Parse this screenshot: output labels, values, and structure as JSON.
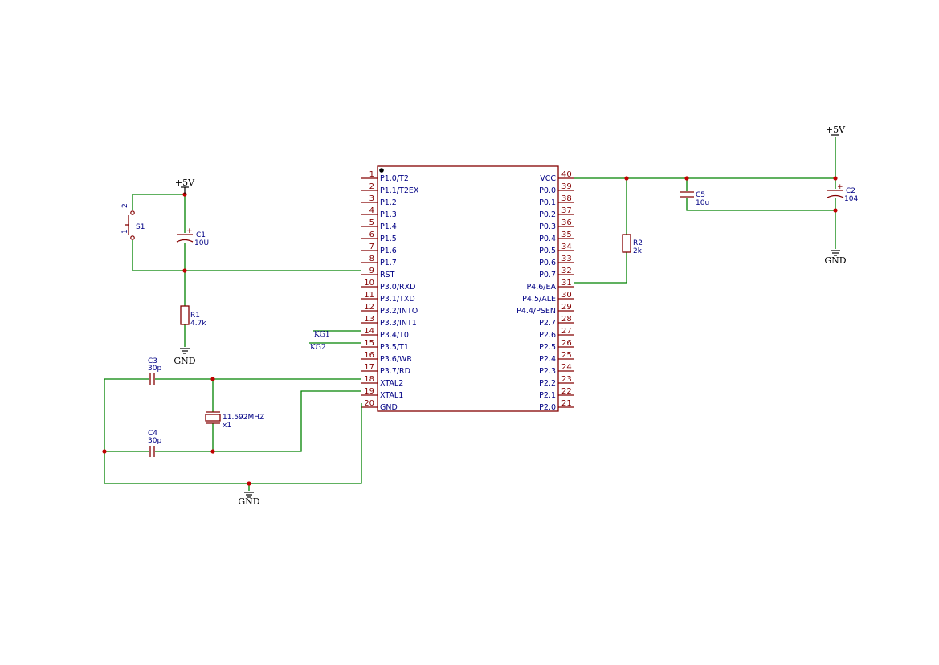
{
  "ic": {
    "left_pins": [
      {
        "num": "1",
        "name": "P1.0/T2"
      },
      {
        "num": "2",
        "name": "P1.1/T2EX"
      },
      {
        "num": "3",
        "name": "P1.2"
      },
      {
        "num": "4",
        "name": "P1.3"
      },
      {
        "num": "5",
        "name": "P1.4"
      },
      {
        "num": "6",
        "name": "P1.5"
      },
      {
        "num": "7",
        "name": "P1.6"
      },
      {
        "num": "8",
        "name": "P1.7"
      },
      {
        "num": "9",
        "name": "RST"
      },
      {
        "num": "10",
        "name": "P3.0/RXD"
      },
      {
        "num": "11",
        "name": "P3.1/TXD"
      },
      {
        "num": "12",
        "name": "P3.2/INTO"
      },
      {
        "num": "13",
        "name": "P3.3/INT1"
      },
      {
        "num": "14",
        "name": "P3.4/T0"
      },
      {
        "num": "15",
        "name": "P3.5/T1"
      },
      {
        "num": "16",
        "name": "P3.6/WR"
      },
      {
        "num": "17",
        "name": "P3.7/RD"
      },
      {
        "num": "18",
        "name": "XTAL2"
      },
      {
        "num": "19",
        "name": "XTAL1"
      },
      {
        "num": "20",
        "name": "GND"
      }
    ],
    "right_pins": [
      {
        "num": "40",
        "name": "VCC"
      },
      {
        "num": "39",
        "name": "P0.0"
      },
      {
        "num": "38",
        "name": "P0.1"
      },
      {
        "num": "37",
        "name": "P0.2"
      },
      {
        "num": "36",
        "name": "P0.3"
      },
      {
        "num": "35",
        "name": "P0.4"
      },
      {
        "num": "34",
        "name": "P0.5"
      },
      {
        "num": "33",
        "name": "P0.6"
      },
      {
        "num": "32",
        "name": "P0.7"
      },
      {
        "num": "31",
        "name": "P4.6/EA"
      },
      {
        "num": "30",
        "name": "P4.5/ALE"
      },
      {
        "num": "29",
        "name": "P4.4/PSEN"
      },
      {
        "num": "28",
        "name": "P2.7"
      },
      {
        "num": "27",
        "name": "P2.6"
      },
      {
        "num": "26",
        "name": "P2.5"
      },
      {
        "num": "25",
        "name": "P2.4"
      },
      {
        "num": "24",
        "name": "P2.3"
      },
      {
        "num": "23",
        "name": "P2.2"
      },
      {
        "num": "22",
        "name": "P2.1"
      },
      {
        "num": "21",
        "name": "P2.0"
      }
    ]
  },
  "power": {
    "vcc": "+5V",
    "gnd": "GND"
  },
  "nets": {
    "kg1": "KG1",
    "kg2": "KG2"
  },
  "parts": {
    "s1": {
      "ref": "S1",
      "pin1": "1",
      "pin2": "2"
    },
    "c1": {
      "ref": "C1",
      "value": "10U"
    },
    "r1": {
      "ref": "R1",
      "value": "4.7k"
    },
    "c3": {
      "ref": "C3",
      "value": "30p"
    },
    "c4": {
      "ref": "C4",
      "value": "30p"
    },
    "x1": {
      "ref": "x1",
      "value": "11.592MHZ"
    },
    "r2": {
      "ref": "R2",
      "value": "2k"
    },
    "c5": {
      "ref": "C5",
      "value": "10u"
    },
    "c2": {
      "ref": "C2",
      "value": "104"
    }
  }
}
